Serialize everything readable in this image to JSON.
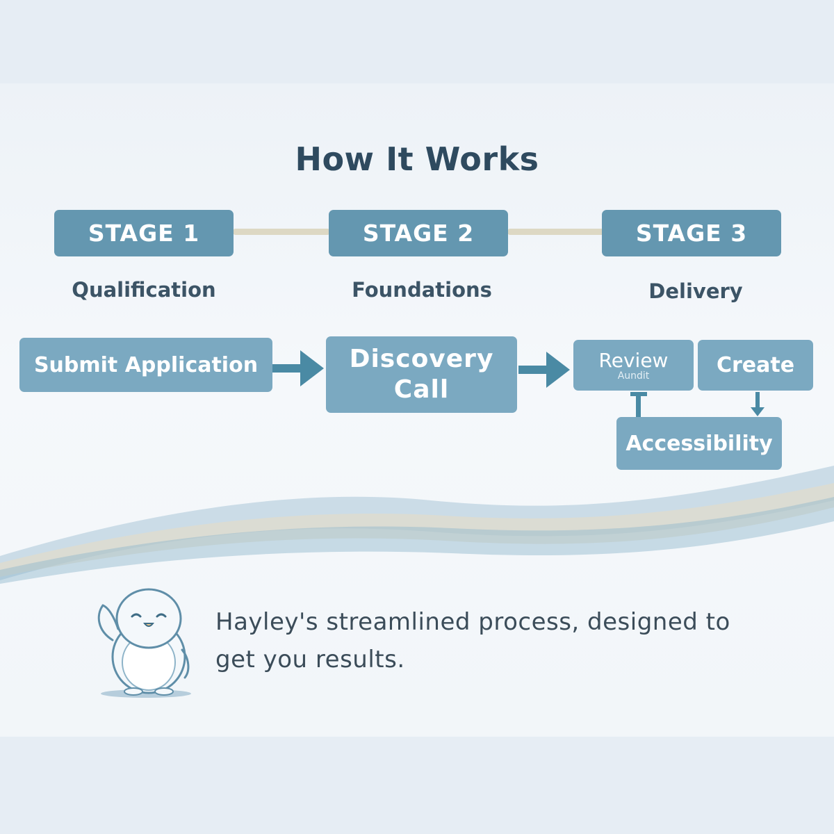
{
  "title": "How It Works",
  "stages": [
    {
      "label": "STAGE 1",
      "name": "Qualification"
    },
    {
      "label": "STAGE 2",
      "name": "Foundations"
    },
    {
      "label": "STAGE 3",
      "name": "Delivery"
    }
  ],
  "steps": {
    "submit": "Submit Application",
    "discovery_line1": "Discovery",
    "discovery_line2": "Call",
    "review": "Review",
    "review_sub": "Aundit",
    "create": "Create",
    "accessibility": "Accessibility"
  },
  "caption_line1": "Hayley's streamlined process, designed to",
  "caption_line2": "get you results.",
  "icons": [
    "right-arrow-icon",
    "penguin-mascot-icon"
  ],
  "colors": {
    "stage_box": "#6497b0",
    "step_box": "#7ba9c1",
    "arrow": "#4a8aa4",
    "title": "#2e4a5f",
    "connector": "#ddd8c4"
  }
}
